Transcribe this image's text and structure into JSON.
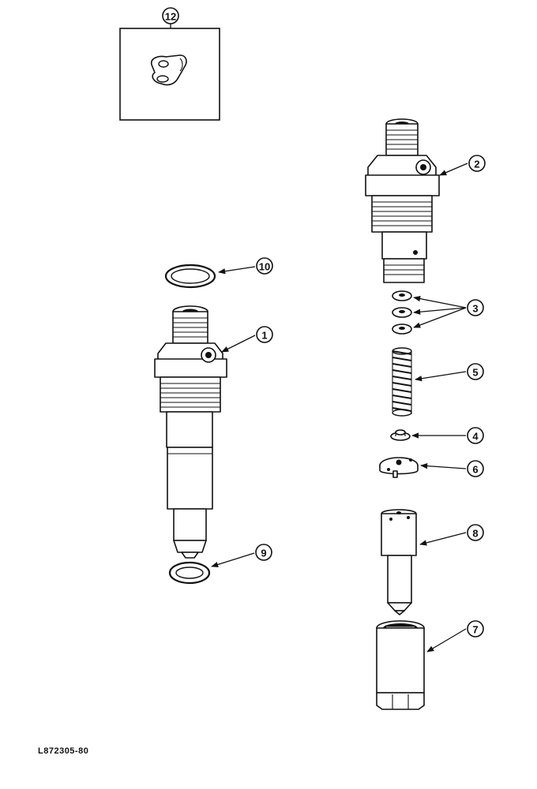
{
  "figure_id": "L872305-80",
  "callouts": [
    "12",
    "2",
    "10",
    "1",
    "3",
    "5",
    "4",
    "6",
    "8",
    "9",
    "7"
  ]
}
